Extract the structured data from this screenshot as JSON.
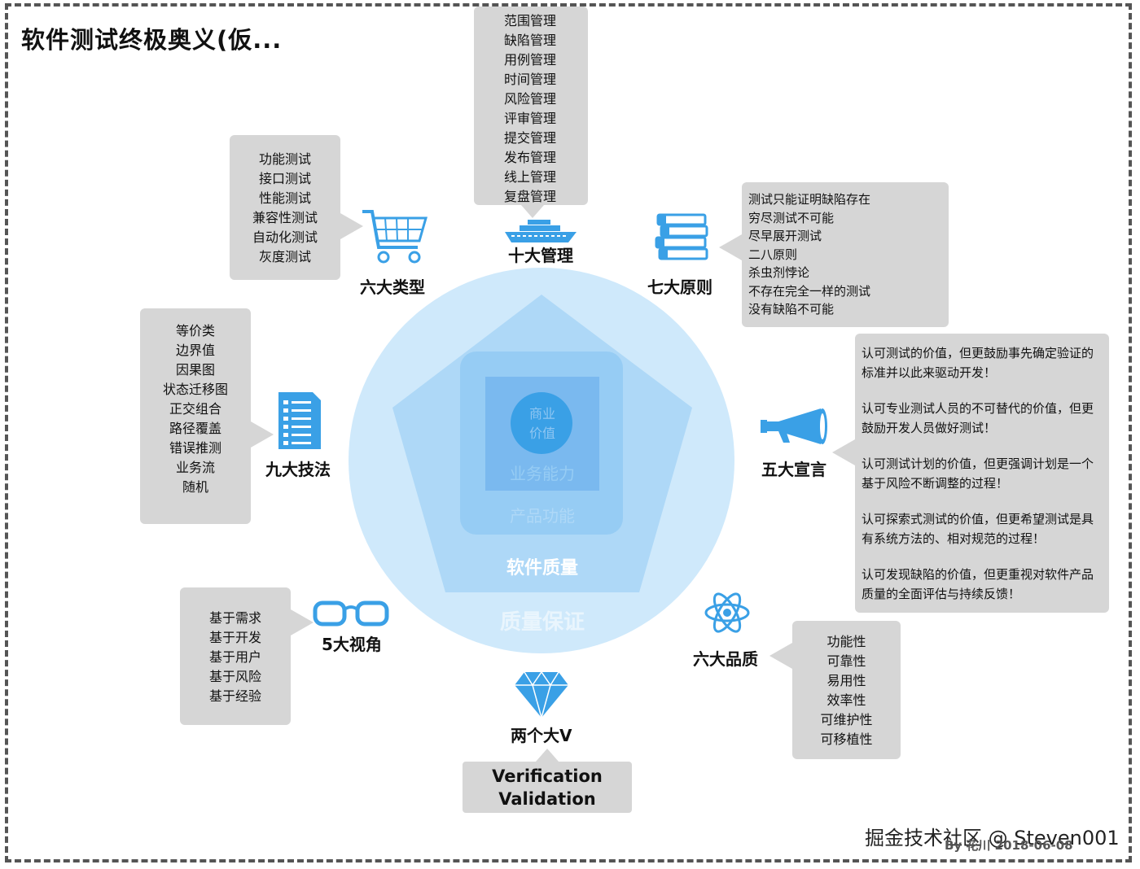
{
  "title": "软件测试终极奥义(仮...",
  "core": {
    "business_value": [
      "商业",
      "价值"
    ],
    "business_capability": "业务能力",
    "product_feature": "产品功能",
    "software_quality": "软件质量",
    "quality_assurance": "质量保证"
  },
  "ten_management": {
    "label": "十大管理",
    "icon": "ship-icon",
    "items": [
      "范围管理",
      "缺陷管理",
      "用例管理",
      "时间管理",
      "风险管理",
      "评审管理",
      "提交管理",
      "发布管理",
      "线上管理",
      "复盘管理"
    ]
  },
  "six_types": {
    "label": "六大类型",
    "icon": "shopping-cart-icon",
    "items": [
      "功能测试",
      "接口测试",
      "性能测试",
      "兼容性测试",
      "自动化测试",
      "灰度测试"
    ]
  },
  "seven_principles": {
    "label": "七大原则",
    "icon": "books-icon",
    "items": [
      "测试只能证明缺陷存在",
      "穷尽测试不可能",
      "尽早展开测试",
      "二八原则",
      "杀虫剂悖论",
      "不存在完全一样的测试",
      "没有缺陷不可能"
    ]
  },
  "nine_techniques": {
    "label": "九大技法",
    "icon": "checklist-icon",
    "items": [
      "等价类",
      "边界值",
      "因果图",
      "状态迁移图",
      "正交组合",
      "路径覆盖",
      "错误推测",
      "业务流",
      "随机"
    ]
  },
  "five_manifesto": {
    "label": "五大宣言",
    "icon": "megaphone-icon",
    "items": [
      "认可测试的价值，但更鼓励事先确定验证的标准并以此来驱动开发！",
      "认可专业测试人员的不可替代的价值，但更鼓励开发人员做好测试！",
      "认可测试计划的价值，但更强调计划是一个基于风险不断调整的过程！",
      "认可探索式测试的价值，但更希望测试是具有系统方法的、相对规范的过程！",
      "认可发现缺陷的价值，但更重视对软件产品质量的全面评估与持续反馈！"
    ]
  },
  "five_views": {
    "label": "5大视角",
    "icon": "glasses-icon",
    "items": [
      "基于需求",
      "基于开发",
      "基于用户",
      "基于风险",
      "基于经验"
    ]
  },
  "six_qualities": {
    "label": "六大品质",
    "icon": "atom-icon",
    "items": [
      "功能性",
      "可靠性",
      "易用性",
      "效率性",
      "可维护性",
      "可移植性"
    ]
  },
  "two_v": {
    "label": "两个大V",
    "icon": "diamond-icon",
    "items": [
      "Verification",
      "Validation"
    ]
  },
  "footer": {
    "watermark": "掘金技术社区 @ Steven001",
    "byline": "By 花川 2018-06-08"
  },
  "colors": {
    "accent": "#3aa0e6",
    "circle": "#cfe9fb",
    "pentagon": "#aed8f7",
    "box": "#d6d6d6"
  }
}
